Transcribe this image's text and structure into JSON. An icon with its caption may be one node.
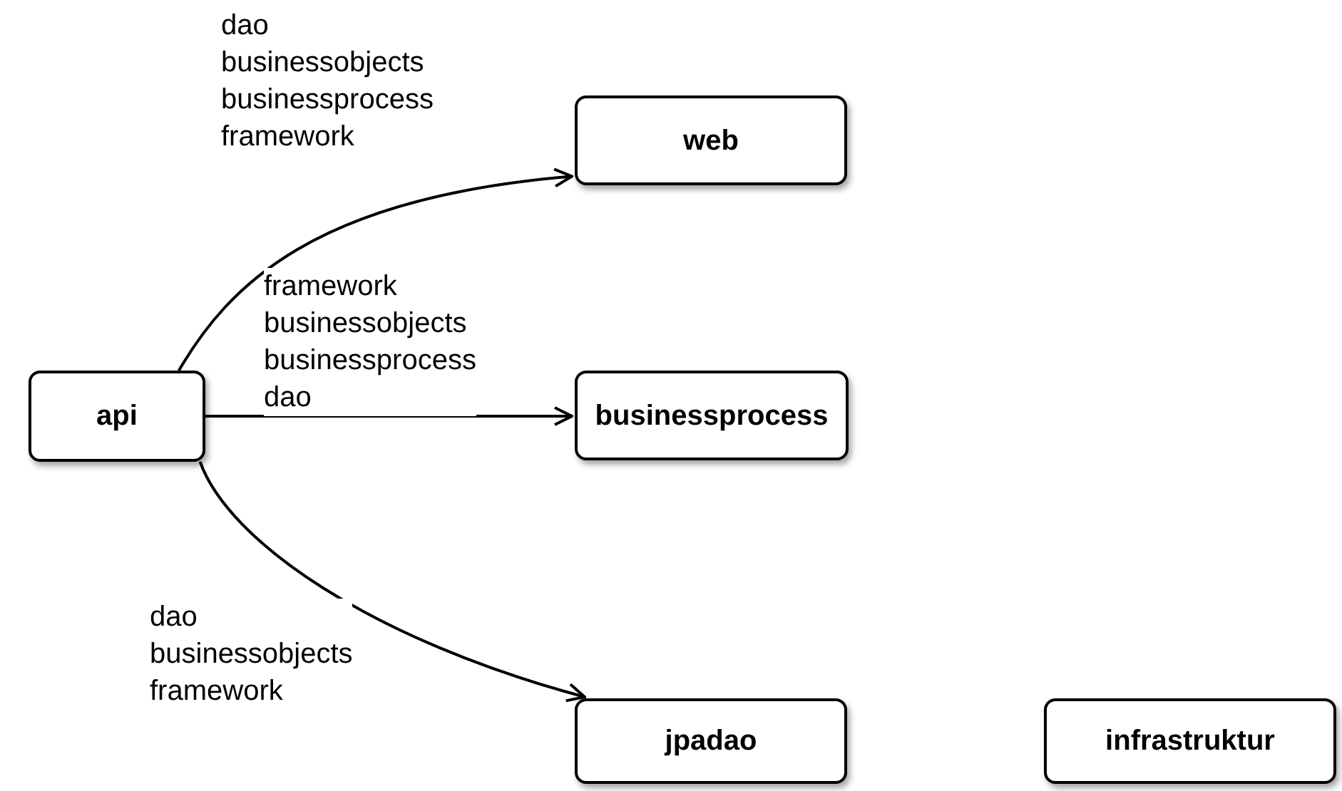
{
  "diagram": {
    "nodes": [
      {
        "text": [
          "web"
        ]
      },
      {
        "text": [
          "api"
        ]
      },
      {
        "text": [
          "businessprocess"
        ]
      },
      {
        "text": [
          "jpadao"
        ]
      },
      {
        "text": [
          "infrastruktur"
        ]
      }
    ],
    "edges": [
      {
        "from": 1,
        "to": 0,
        "arrow": "to",
        "label": "dao businessobjects businessprocess framework"
      },
      {
        "from": 1,
        "to": 2,
        "arrow": "to",
        "label": "framework businessobjects businessprocess dao"
      },
      {
        "from": 1,
        "to": 3,
        "arrow": "to",
        "label": "dao businessobjects framework"
      }
    ]
  }
}
